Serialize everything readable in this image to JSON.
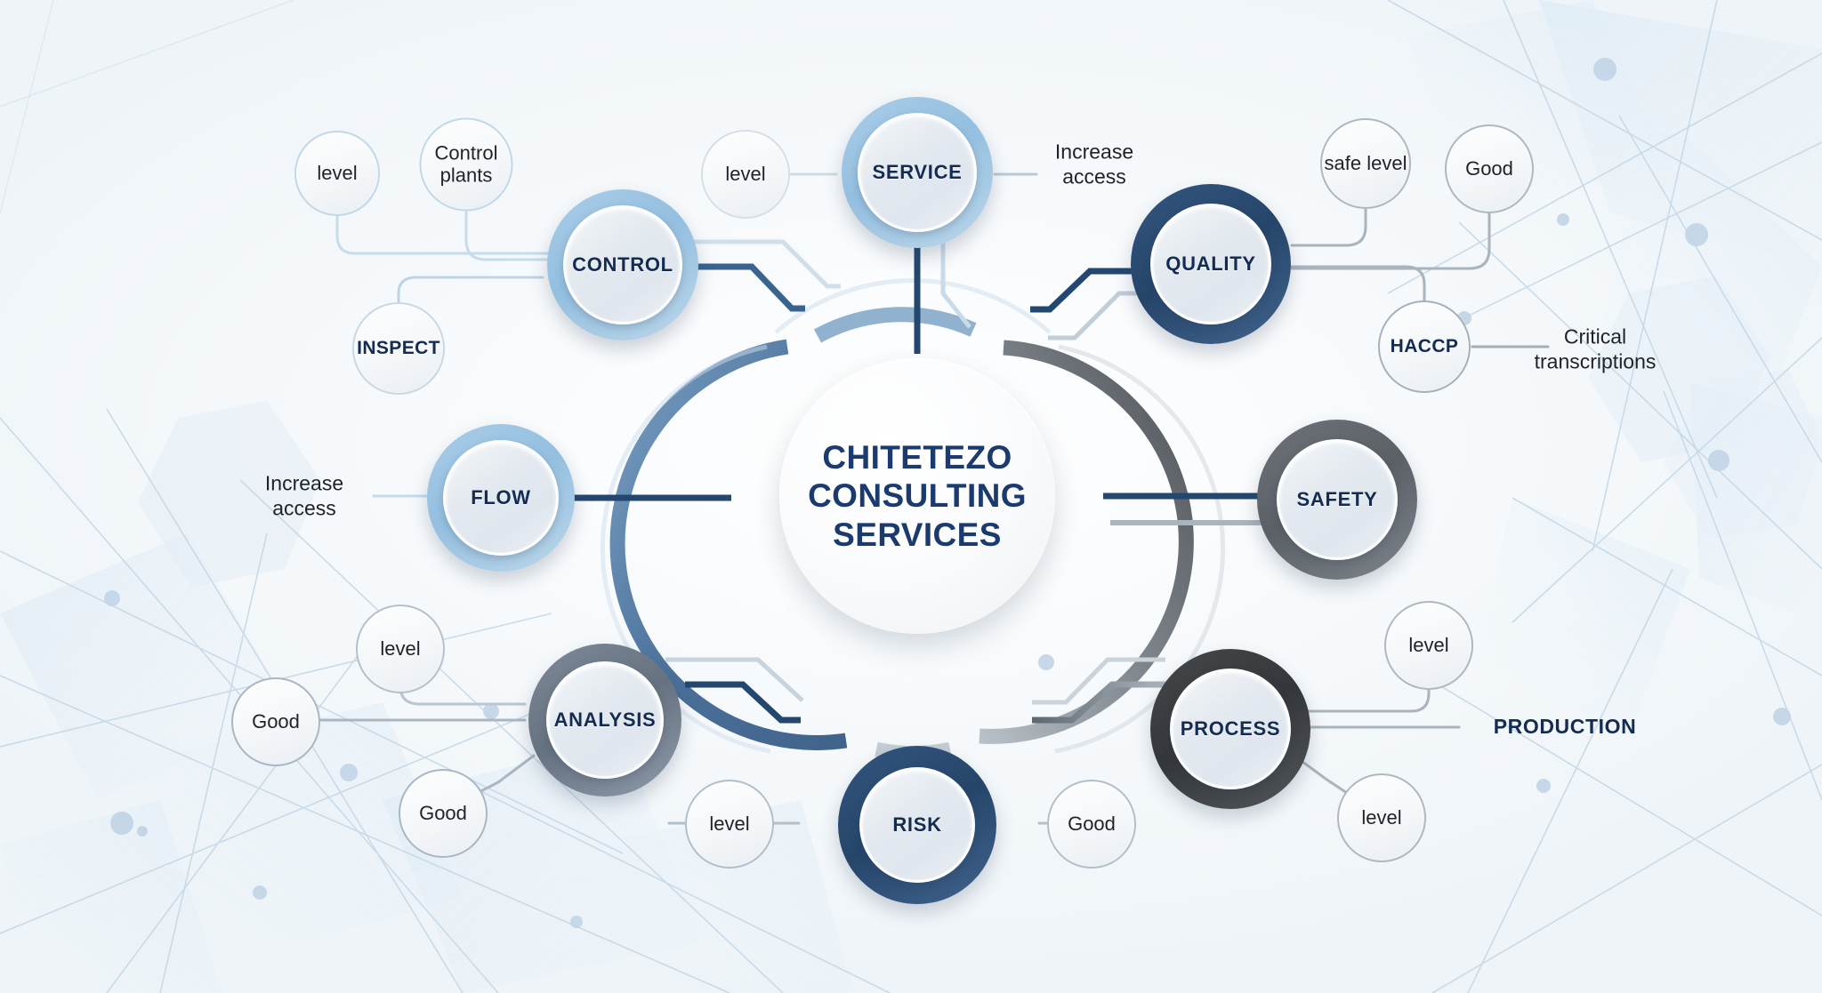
{
  "diagram": {
    "title_lines": [
      "CHITETEZO",
      "CONSULTING",
      "SERVICES"
    ],
    "title_full": "CHITETEZO CONSULTING SERVICES",
    "colors": {
      "navy_text": "#142b52",
      "hub_text": "#1b3b6f",
      "light_blue_ring": "#94bfdf",
      "dark_blue_ring": "#3b5e86",
      "navy_ring": "#26456a",
      "grey_ring": "#5a6066",
      "dark_grey_ring": "#34373a",
      "slate_ring": "#66727f",
      "background": "#eef4f8",
      "connector_blue": "#24476f",
      "connector_grey": "#9aa3ab",
      "connector_pale": "#c5d7e6"
    }
  },
  "spokes": [
    {
      "id": "control",
      "label": "CONTROL",
      "ring": "light-blue"
    },
    {
      "id": "service",
      "label": "SERVICE",
      "ring": "light-blue"
    },
    {
      "id": "quality",
      "label": "QUALITY",
      "ring": "navy"
    },
    {
      "id": "safety",
      "label": "SAFETY",
      "ring": "grey"
    },
    {
      "id": "process",
      "label": "PROCESS",
      "ring": "dark-grey"
    },
    {
      "id": "risk",
      "label": "RISK",
      "ring": "navy"
    },
    {
      "id": "analysis",
      "label": "ANALYSIS",
      "ring": "slate"
    },
    {
      "id": "flow",
      "label": "FLOW",
      "ring": "light-blue"
    }
  ],
  "satellites": [
    {
      "id": "control-level",
      "parent": "control",
      "label": "level",
      "style": "bubble"
    },
    {
      "id": "control-plants",
      "parent": "control",
      "label": "Control\nplants",
      "style": "bubble"
    },
    {
      "id": "control-inspect",
      "parent": "control",
      "label": "INSPECT",
      "style": "bubble-bold"
    },
    {
      "id": "service-level",
      "parent": "service",
      "label": "level",
      "style": "bubble"
    },
    {
      "id": "service-increase",
      "parent": "service",
      "label": "Increase\naccess",
      "style": "text"
    },
    {
      "id": "quality-safe-level",
      "parent": "quality",
      "label": "safe\nlevel",
      "style": "bubble"
    },
    {
      "id": "quality-good",
      "parent": "quality",
      "label": "Good",
      "style": "bubble"
    },
    {
      "id": "quality-haccp",
      "parent": "quality",
      "label": "HACCP",
      "style": "bubble-bold"
    },
    {
      "id": "haccp-critical",
      "parent": "quality-haccp",
      "label": "Critical\ntranscriptions",
      "style": "text"
    },
    {
      "id": "flow-increase",
      "parent": "flow",
      "label": "Increase\naccess",
      "style": "text"
    },
    {
      "id": "analysis-level",
      "parent": "analysis",
      "label": "level",
      "style": "bubble"
    },
    {
      "id": "analysis-good-1",
      "parent": "analysis",
      "label": "Good",
      "style": "bubble"
    },
    {
      "id": "analysis-good-2",
      "parent": "analysis",
      "label": "Good",
      "style": "bubble"
    },
    {
      "id": "risk-level",
      "parent": "risk",
      "label": "level",
      "style": "bubble"
    },
    {
      "id": "risk-good",
      "parent": "risk",
      "label": "Good",
      "style": "bubble"
    },
    {
      "id": "process-level-top",
      "parent": "process",
      "label": "level",
      "style": "bubble"
    },
    {
      "id": "process-production",
      "parent": "process",
      "label": "PRODUCTION",
      "style": "text-bold"
    },
    {
      "id": "process-level-bottom",
      "parent": "process",
      "label": "level",
      "style": "bubble"
    }
  ]
}
